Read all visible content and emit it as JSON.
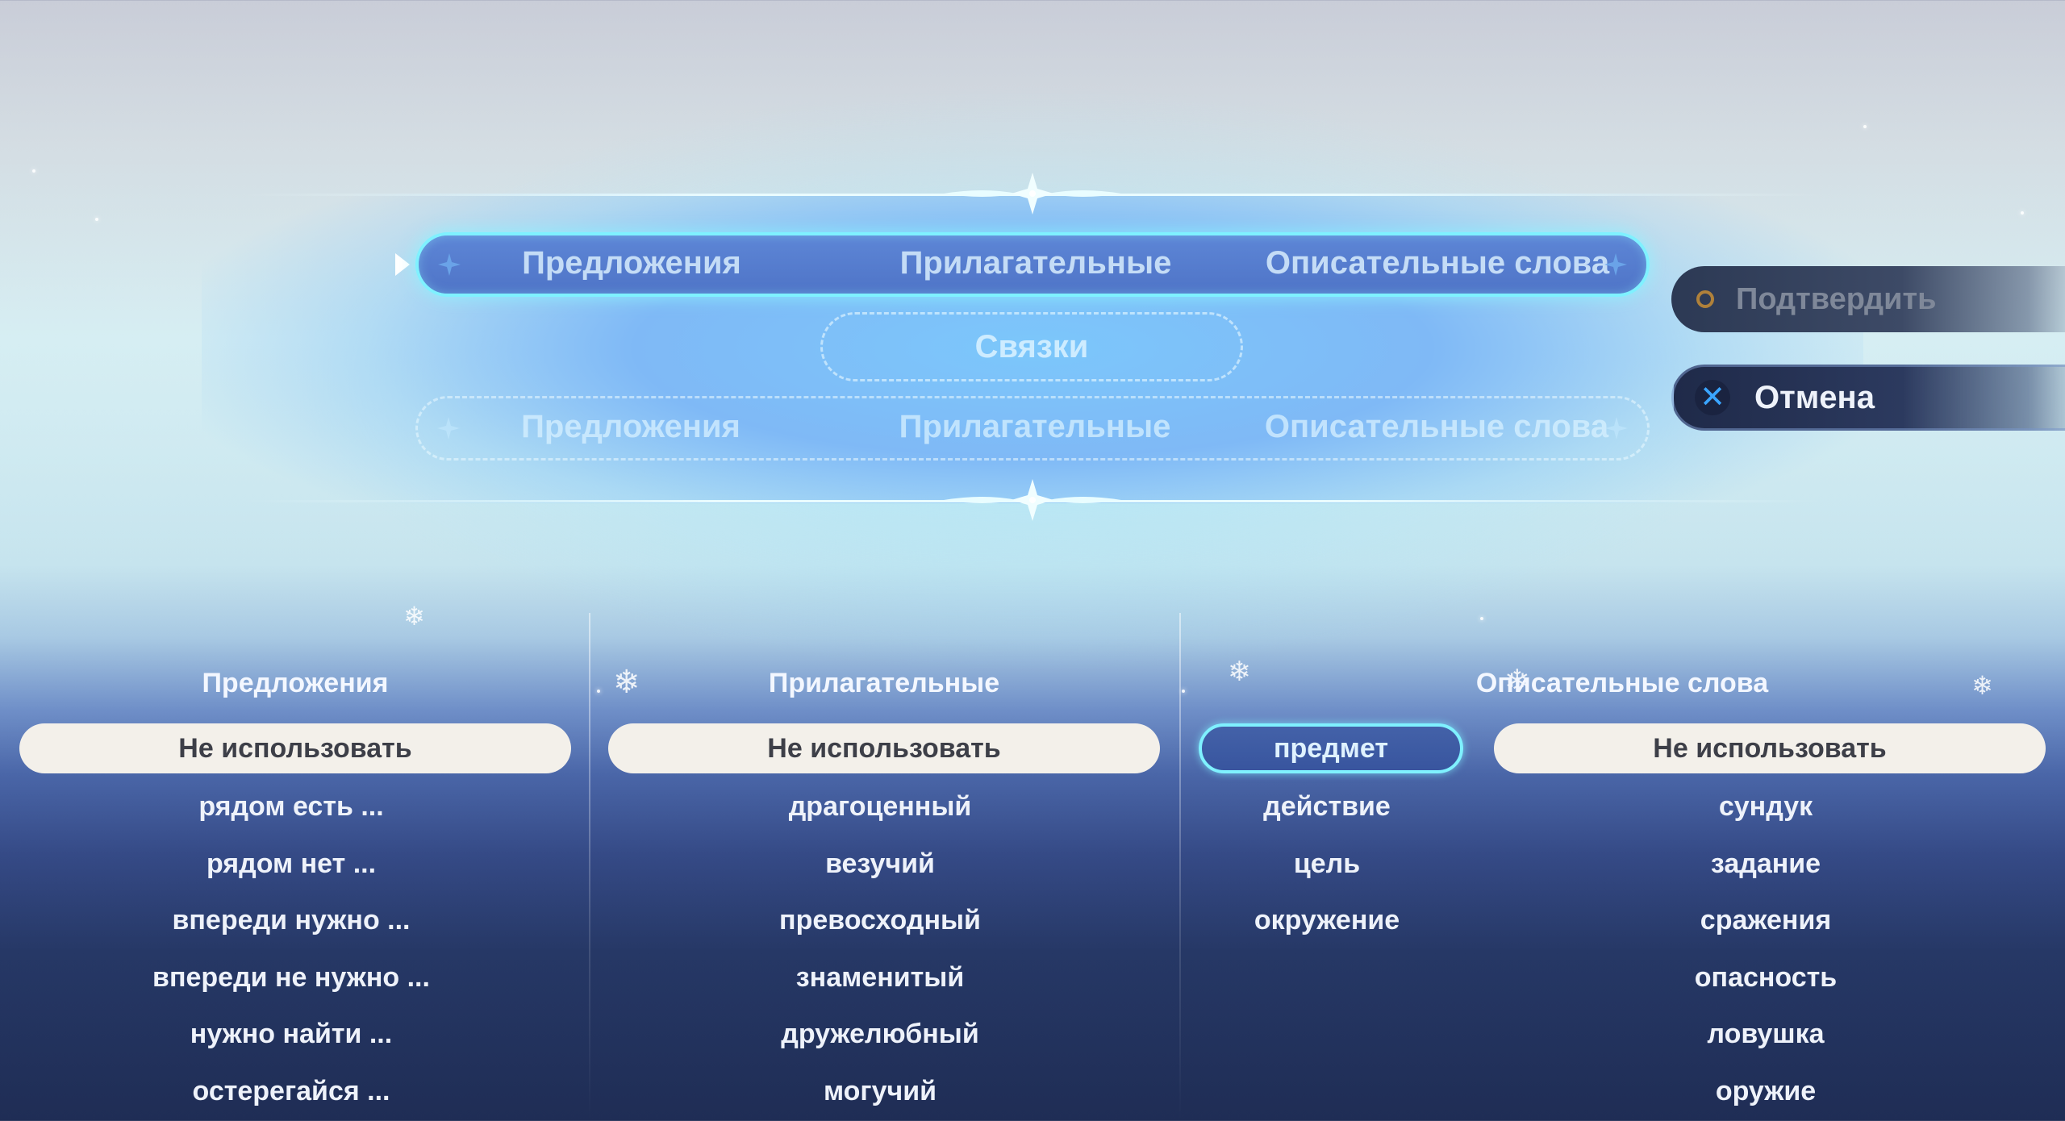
{
  "composer": {
    "top_row": {
      "slots": [
        "Предложения",
        "Прилагательные",
        "Описательные слова"
      ]
    },
    "connector": "Связки",
    "bottom_row": {
      "slots": [
        "Предложения",
        "Прилагательные",
        "Описательные слова"
      ]
    }
  },
  "actions": {
    "confirm_label": "Подтвердить",
    "cancel_label": "Отмена"
  },
  "lists": {
    "phrases": {
      "header": "Предложения",
      "selected": "Не использовать",
      "items": [
        "рядом есть ...",
        "рядом нет ...",
        "впереди нужно ...",
        "впереди не нужно ...",
        "нужно найти ...",
        "остерегайся ..."
      ]
    },
    "adjectives": {
      "header": "Прилагательные",
      "selected": "Не использовать",
      "items": [
        "драгоценный",
        "везучий",
        "превосходный",
        "знаменитый",
        "дружелюбный",
        "могучий"
      ]
    },
    "descriptive": {
      "header": "Описательные слова",
      "categories": {
        "selected": "предмет",
        "items": [
          "действие",
          "цель",
          "окружение"
        ]
      },
      "words": {
        "selected": "Не использовать",
        "items": [
          "сундук",
          "задание",
          "сражения",
          "опасность",
          "ловушка",
          "оружие"
        ]
      }
    }
  },
  "colors": {
    "accent_cyan": "#7ff1ff",
    "selected_pill": "#f3f0ea",
    "confirm_ring": "#b0813a",
    "cancel_x": "#3aa5ff"
  }
}
